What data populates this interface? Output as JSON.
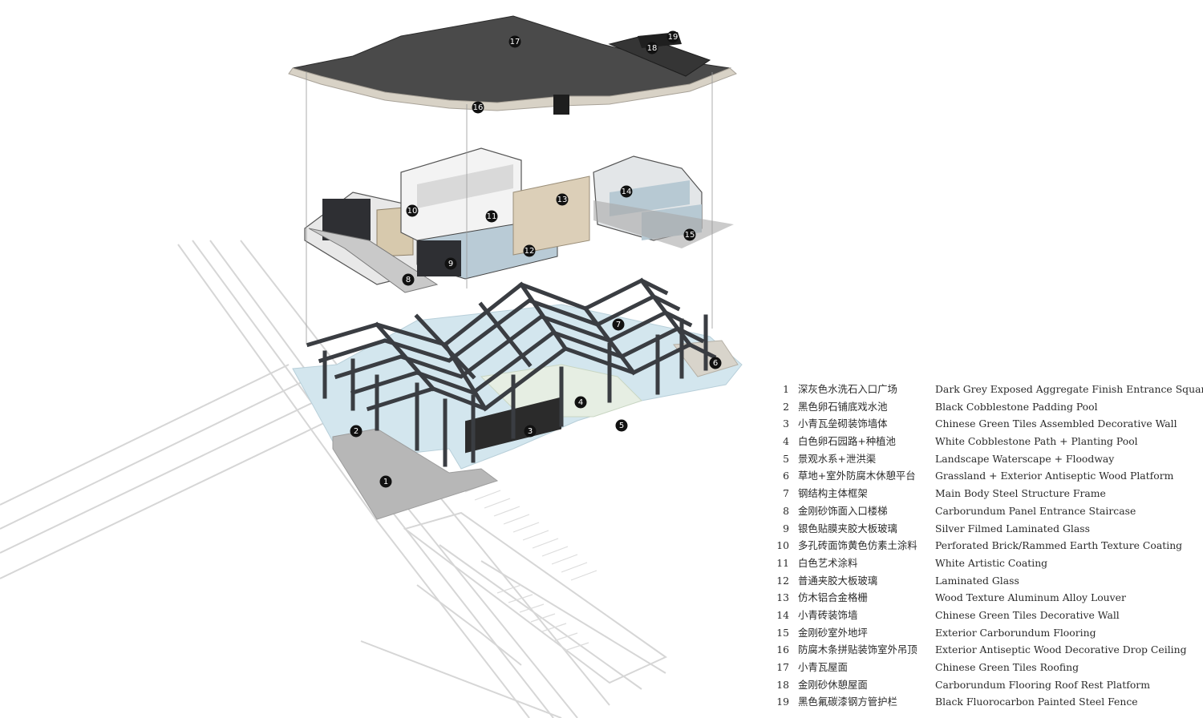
{
  "markers": [
    {
      "id": "1"
    },
    {
      "id": "2"
    },
    {
      "id": "3"
    },
    {
      "id": "4"
    },
    {
      "id": "5"
    },
    {
      "id": "6"
    },
    {
      "id": "7"
    },
    {
      "id": "8"
    },
    {
      "id": "9"
    },
    {
      "id": "10"
    },
    {
      "id": "11"
    },
    {
      "id": "12"
    },
    {
      "id": "13"
    },
    {
      "id": "14"
    },
    {
      "id": "15"
    },
    {
      "id": "16"
    },
    {
      "id": "17"
    },
    {
      "id": "18"
    },
    {
      "id": "19"
    }
  ],
  "legend": [
    {
      "num": "1",
      "zh": "深灰色水洗石入口广场",
      "en": "Dark Grey Exposed Aggregate Finish Entrance Square"
    },
    {
      "num": "2",
      "zh": "黑色卵石铺底戏水池",
      "en": "Black Cobblestone Padding Pool"
    },
    {
      "num": "3",
      "zh": "小青瓦垒砌装饰墙体",
      "en": "Chinese Green Tiles Assembled Decorative Wall"
    },
    {
      "num": "4",
      "zh": "白色卵石园路+种植池",
      "en": "White Cobblestone Path + Planting Pool"
    },
    {
      "num": "5",
      "zh": "景观水系+泄洪渠",
      "en": "Landscape Waterscape + Floodway"
    },
    {
      "num": "6",
      "zh": "草地+室外防腐木休憩平台",
      "en": "Grassland + Exterior Antiseptic Wood Platform"
    },
    {
      "num": "7",
      "zh": "钢结构主体框架",
      "en": "Main Body Steel Structure Frame"
    },
    {
      "num": "8",
      "zh": "金刚砂饰面入口楼梯",
      "en": "Carborundum Panel Entrance Staircase"
    },
    {
      "num": "9",
      "zh": "银色贴膜夹胶大板玻璃",
      "en": "Silver Filmed Laminated Glass"
    },
    {
      "num": "10",
      "zh": "多孔砖面饰黄色仿素土涂料",
      "en": "Perforated Brick/Rammed Earth Texture Coating"
    },
    {
      "num": "11",
      "zh": "白色艺术涂料",
      "en": "White Artistic Coating"
    },
    {
      "num": "12",
      "zh": "普通夹胶大板玻璃",
      "en": "Laminated Glass"
    },
    {
      "num": "13",
      "zh": "仿木铝合金格栅",
      "en": "Wood Texture Aluminum Alloy Louver"
    },
    {
      "num": "14",
      "zh": "小青砖装饰墙",
      "en": "Chinese Green Tiles Decorative Wall"
    },
    {
      "num": "15",
      "zh": "金刚砂室外地坪",
      "en": "Exterior Carborundum Flooring"
    },
    {
      "num": "16",
      "zh": "防腐木条拼贴装饰室外吊顶",
      "en": "Exterior Antiseptic Wood Decorative Drop Ceiling"
    },
    {
      "num": "17",
      "zh": "小青瓦屋面",
      "en": "Chinese Green Tiles Roofing"
    },
    {
      "num": "18",
      "zh": "金刚砂休憩屋面",
      "en": "Carborundum Flooring Roof Rest Platform"
    },
    {
      "num": "19",
      "zh": "黑色氟碳漆钢方管护栏",
      "en": "Black Fluorocarbon Painted Steel Fence"
    }
  ],
  "colors": {
    "roof": "#4a4a4a",
    "roof_edge": "#d8d2c6",
    "steel": "#3a3d42",
    "water": "#cfe3ec",
    "paving": "#b9b9b9",
    "glass": "#b8cad6",
    "earth_panel": "#d9ccb5",
    "site_lines": "#d4d4d4",
    "marker_fill": "#111111"
  }
}
